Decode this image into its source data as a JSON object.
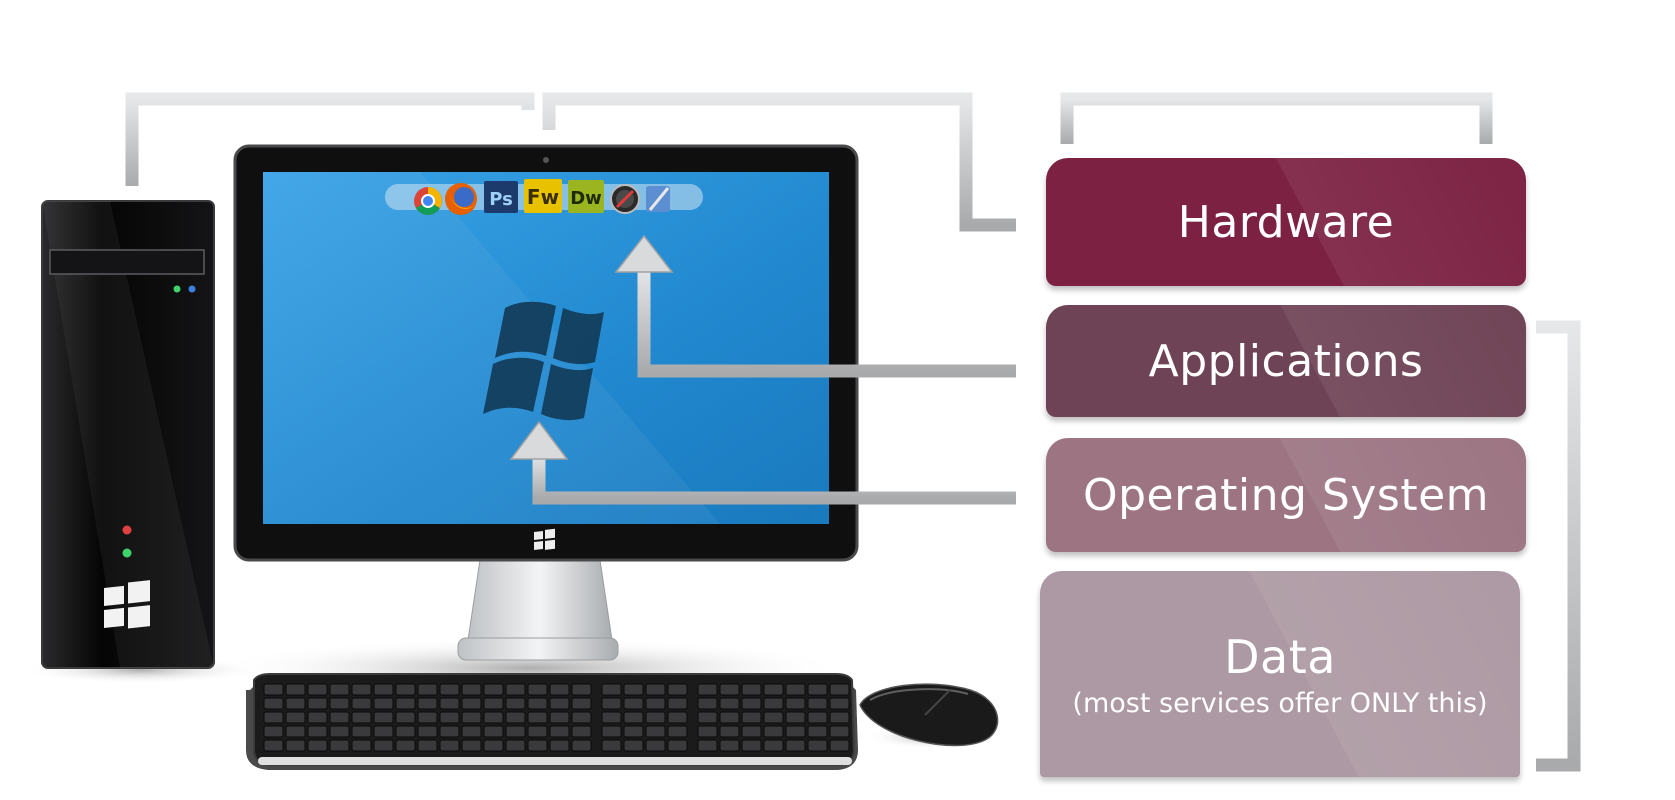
{
  "layers": {
    "hardware": {
      "label": "Hardware",
      "color": "#7c2142"
    },
    "applications": {
      "label": "Applications",
      "color": "#6e4355"
    },
    "operating_system": {
      "label": "Operating System",
      "color": "#9c7482"
    },
    "data": {
      "label": "Data",
      "note": "(most services offer ONLY this)",
      "color": "#ad99a3"
    }
  },
  "app_icons": [
    "chrome-icon",
    "firefox-icon",
    "photoshop-icon",
    "fireworks-icon",
    "dreamweaver-icon",
    "safari-icon",
    "xcode-icon"
  ],
  "app_icon_labels": {
    "photoshop": "Ps",
    "fireworks": "Fw",
    "dreamweaver": "Dw"
  },
  "colors": {
    "screen": "#2a8fd6",
    "bracket": "#c8c9cb",
    "bezel": "#0f0f10"
  }
}
